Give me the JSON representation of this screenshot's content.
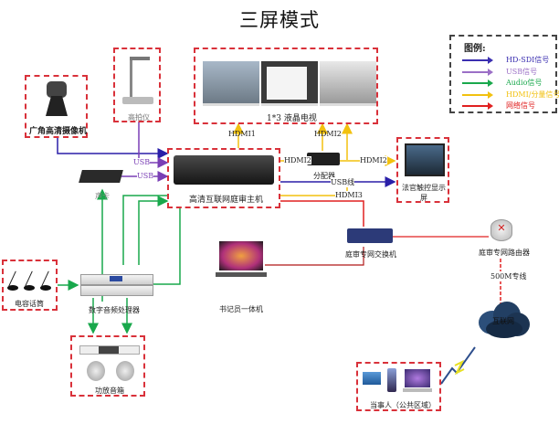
{
  "title": "三屏模式",
  "legend": {
    "heading": "图例:",
    "items": [
      {
        "label": "HD-SDI信号",
        "color": "#3b2fb0"
      },
      {
        "label": "USB信号",
        "color": "#9b6fc6"
      },
      {
        "label": "Audio信号",
        "color": "#19a84c"
      },
      {
        "label": "HDMI/分量信号",
        "color": "#f2c10f"
      },
      {
        "label": "网络信号",
        "color": "#e02020"
      }
    ]
  },
  "nodes": {
    "camera": "广角高清摄像机",
    "document_camera": "高拍仪",
    "tv_wall": "1*3 液晶电视",
    "host": "高清互联网庭审主机",
    "sound_card": "声卡",
    "splitter": "分配器",
    "judge_screen": "法官触控显示屏",
    "switch": "庭审专网交换机",
    "router": "庭审专网路由器",
    "clerk_pc": "书记员一体机",
    "microphones": "电容话筒",
    "audio_processor": "数字音频处理器",
    "speakers": "功放音箱",
    "internet": "互联网",
    "parties": "当事人（公共区域）"
  },
  "connections": {
    "hdmi1": "HDMI1",
    "hdmi2_top": "HDMI2",
    "hdmi2_left": "HDMI2",
    "hdmi2_right": "HDMI2",
    "hdmi3": "HDMI3",
    "usb_1": "USB",
    "usb_2": "USB",
    "usb_cable": "USB线",
    "line_500m": "500M专线"
  }
}
